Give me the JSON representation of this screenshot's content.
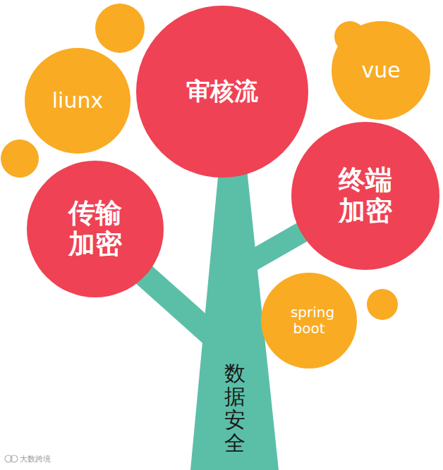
{
  "diagram": {
    "nodes": [
      {
        "text": [
          "审核流"
        ]
      },
      {
        "text": [
          "vue"
        ]
      },
      {
        "text": [
          "liunx"
        ]
      },
      {
        "text": [
          "终端 加密"
        ]
      },
      {
        "text": [
          "传输 加密"
        ]
      },
      {
        "text": [
          "spring boot"
        ]
      },
      {
        "text": [
          "数据安全"
        ]
      }
    ],
    "edges": [
      {
        "from": 6,
        "to": 4,
        "arrow": "none"
      },
      {
        "from": 6,
        "to": 3,
        "arrow": "none"
      }
    ],
    "labels": [
      "大数跨境"
    ]
  }
}
